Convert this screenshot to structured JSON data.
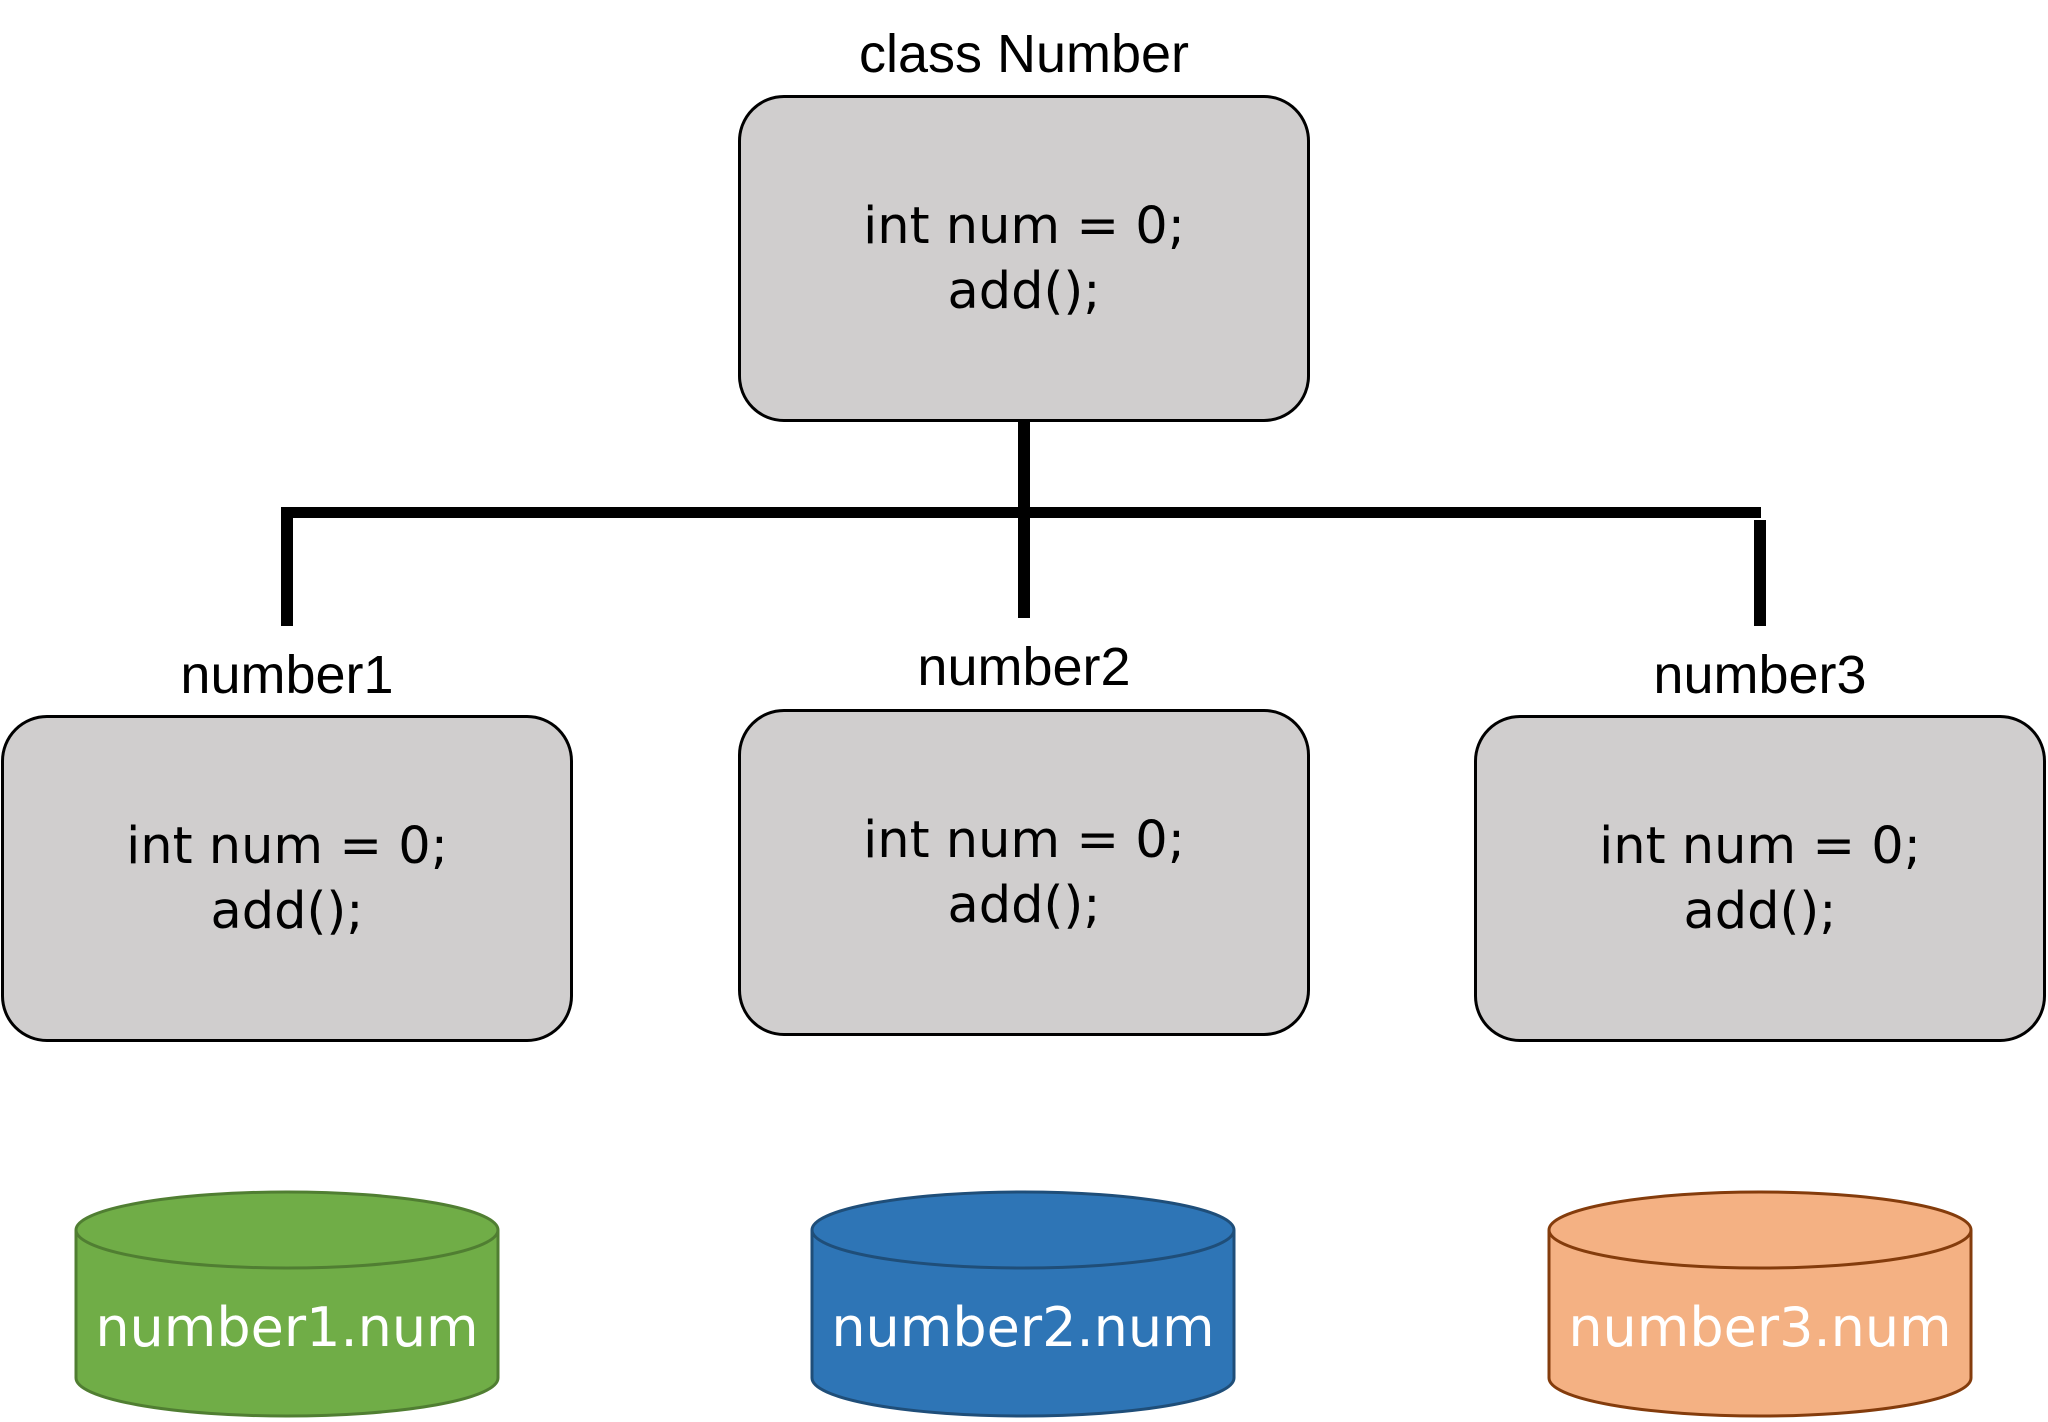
{
  "class_box": {
    "title": "class Number",
    "line1": "int num = 0;",
    "line2": "add();"
  },
  "instances": [
    {
      "name": "number1",
      "line1": "int num = 0;",
      "line2": "add();"
    },
    {
      "name": "number2",
      "line1": "int num = 0;",
      "line2": "add();"
    },
    {
      "name": "number3",
      "line1": "int num = 0;",
      "line2": "add();"
    }
  ],
  "storages": [
    {
      "label": "number1.num",
      "fill": "#70ad47",
      "stroke": "#507e32"
    },
    {
      "label": "number2.num",
      "fill": "#2e75b6",
      "stroke": "#1f4e79"
    },
    {
      "label": "number3.num",
      "fill": "#f4b183",
      "stroke": "#843c0c"
    }
  ]
}
